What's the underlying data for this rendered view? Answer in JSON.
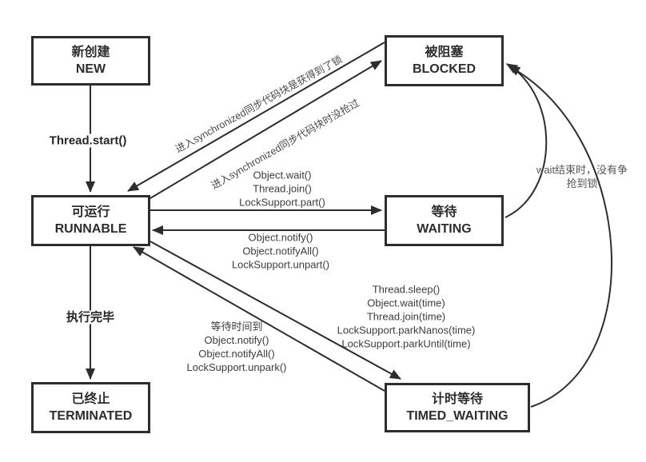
{
  "diagram": {
    "title": "Java thread state diagram",
    "accent_color": "#2d2d2d",
    "background_color": "#ffffff",
    "states": {
      "new": {
        "zh": "新创建",
        "en": "NEW"
      },
      "blocked": {
        "zh": "被阻塞",
        "en": "BLOCKED"
      },
      "runnable": {
        "zh": "可运行",
        "en": "RUNNABLE"
      },
      "waiting": {
        "zh": "等待",
        "en": "WAITING"
      },
      "terminated": {
        "zh": "已终止",
        "en": "TERMINATED"
      },
      "timed_waiting": {
        "zh": "计时等待",
        "en": "TIMED_WAITING"
      }
    },
    "transitions": {
      "new_to_runnable": {
        "label": "Thread.start()"
      },
      "blocked_to_runnable": {
        "label": "进入synchronized同步代码块是获得到了锁"
      },
      "runnable_to_blocked": {
        "label": "进入synchronized同步代码块时没抢过"
      },
      "runnable_to_waiting": {
        "labels": [
          "Object.wait()",
          "Thread.join()",
          "LockSupport.part()"
        ]
      },
      "waiting_to_runnable": {
        "labels": [
          "Object.notify()",
          "Object.notifyAll()",
          "LockSupport.unpart()"
        ]
      },
      "runnable_to_terminated": {
        "label": "执行完毕"
      },
      "runnable_to_timed_waiting": {
        "labels": [
          "Thread.sleep()",
          "Object.wait(time)",
          "Thread.join(time)",
          "LockSupport.parkNanos(time)",
          "LockSupport.parkUntil(time)"
        ]
      },
      "timed_waiting_to_runnable": {
        "labels": [
          "等待时间到",
          "Object.notify()",
          "Object.notifyAll()",
          "LockSupport.unpark()"
        ]
      },
      "waiting_to_blocked": {
        "labels": [
          "wait结束时，没有争",
          "抢到锁"
        ]
      }
    }
  }
}
